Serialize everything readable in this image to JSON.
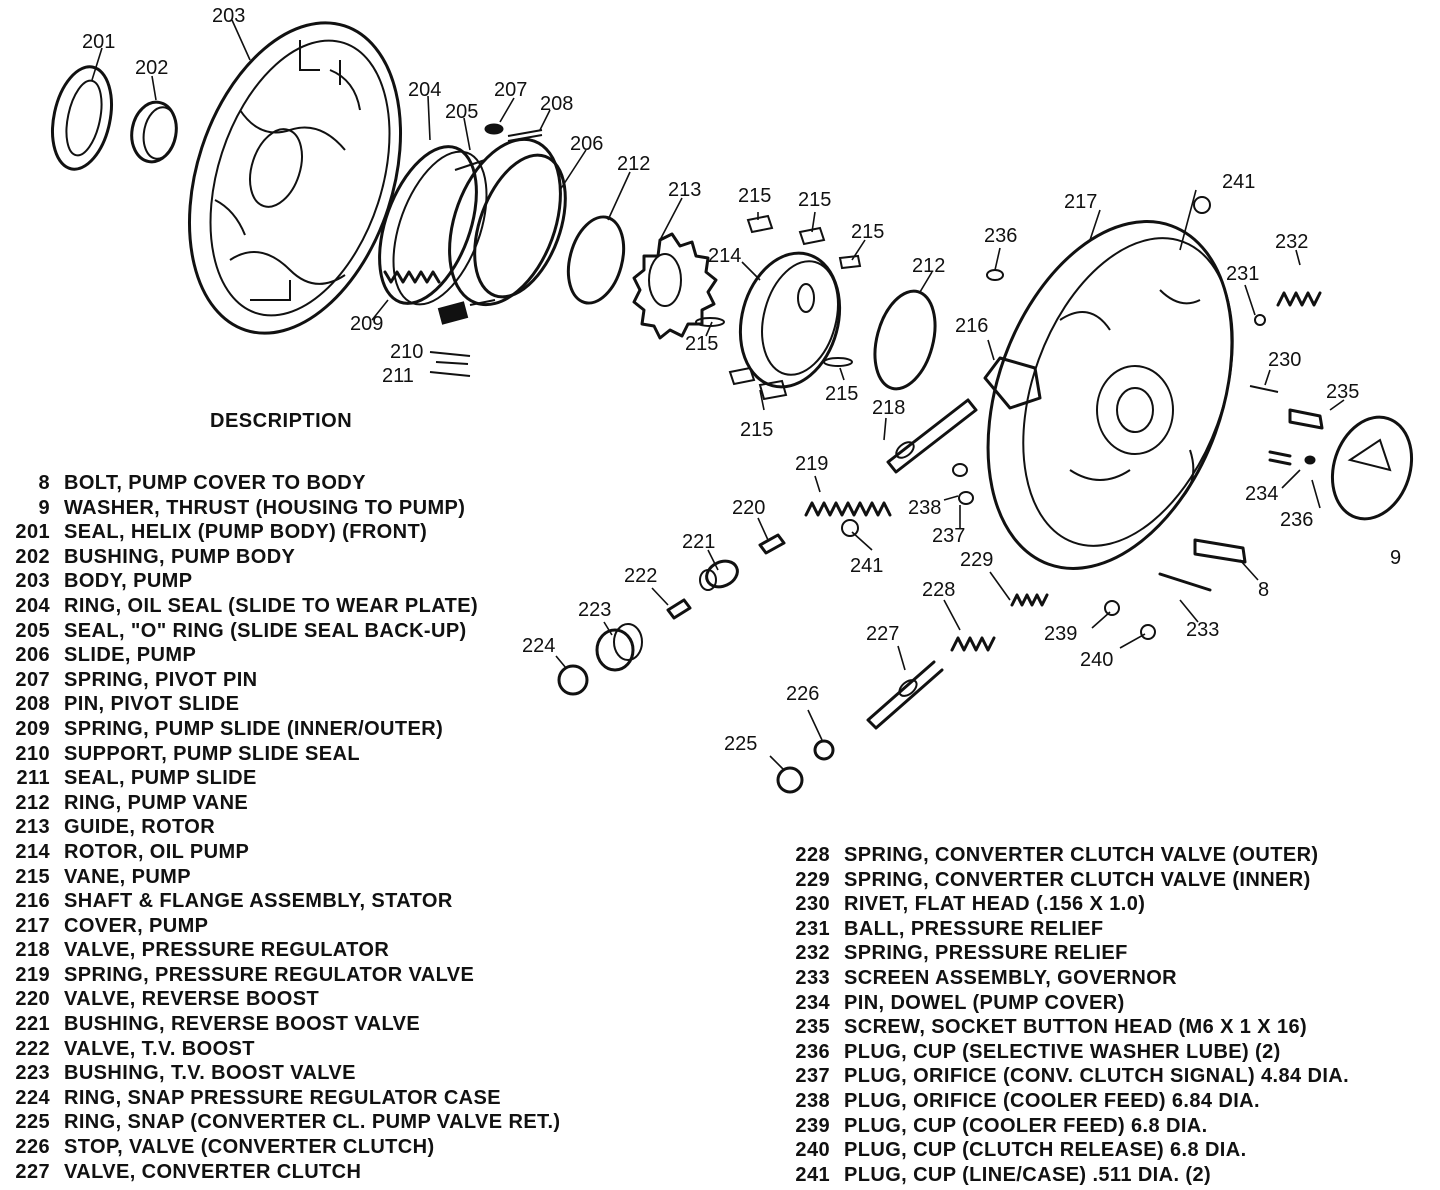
{
  "description_heading": "DESCRIPTION",
  "callouts": [
    {
      "id": "c201",
      "text": "201"
    },
    {
      "id": "c202",
      "text": "202"
    },
    {
      "id": "c203",
      "text": "203"
    },
    {
      "id": "c204",
      "text": "204"
    },
    {
      "id": "c205",
      "text": "205"
    },
    {
      "id": "c207",
      "text": "207"
    },
    {
      "id": "c208",
      "text": "208"
    },
    {
      "id": "c206",
      "text": "206"
    },
    {
      "id": "c212a",
      "text": "212"
    },
    {
      "id": "c213",
      "text": "213"
    },
    {
      "id": "c215a",
      "text": "215"
    },
    {
      "id": "c215b",
      "text": "215"
    },
    {
      "id": "c215c",
      "text": "215"
    },
    {
      "id": "c214",
      "text": "214"
    },
    {
      "id": "c241a",
      "text": "241"
    },
    {
      "id": "c217",
      "text": "217"
    },
    {
      "id": "c236a",
      "text": "236"
    },
    {
      "id": "c232",
      "text": "232"
    },
    {
      "id": "c212b",
      "text": "212"
    },
    {
      "id": "c231",
      "text": "231"
    },
    {
      "id": "c209",
      "text": "209"
    },
    {
      "id": "c215d",
      "text": "215"
    },
    {
      "id": "c216",
      "text": "216"
    },
    {
      "id": "c230",
      "text": "230"
    },
    {
      "id": "c210",
      "text": "210"
    },
    {
      "id": "c211",
      "text": "211"
    },
    {
      "id": "c215e",
      "text": "215"
    },
    {
      "id": "c235",
      "text": "235"
    },
    {
      "id": "c218",
      "text": "218"
    },
    {
      "id": "c215f",
      "text": "215"
    },
    {
      "id": "c219",
      "text": "219"
    },
    {
      "id": "c234",
      "text": "234"
    },
    {
      "id": "c220",
      "text": "220"
    },
    {
      "id": "c238",
      "text": "238"
    },
    {
      "id": "c236b",
      "text": "236"
    },
    {
      "id": "c9",
      "text": "9"
    },
    {
      "id": "c221",
      "text": "221"
    },
    {
      "id": "c241b",
      "text": "241"
    },
    {
      "id": "c237",
      "text": "237"
    },
    {
      "id": "c229",
      "text": "229"
    },
    {
      "id": "c8",
      "text": "8"
    },
    {
      "id": "c222",
      "text": "222"
    },
    {
      "id": "c228",
      "text": "228"
    },
    {
      "id": "c223",
      "text": "223"
    },
    {
      "id": "c233",
      "text": "233"
    },
    {
      "id": "c227",
      "text": "227"
    },
    {
      "id": "c239",
      "text": "239"
    },
    {
      "id": "c224",
      "text": "224"
    },
    {
      "id": "c240",
      "text": "240"
    },
    {
      "id": "c226",
      "text": "226"
    },
    {
      "id": "c225",
      "text": "225"
    }
  ],
  "legend_left": [
    {
      "num": "8",
      "desc": "BOLT, PUMP COVER TO BODY"
    },
    {
      "num": "9",
      "desc": "WASHER, THRUST (HOUSING TO PUMP)"
    },
    {
      "num": "201",
      "desc": "SEAL, HELIX (PUMP BODY) (FRONT)"
    },
    {
      "num": "202",
      "desc": "BUSHING, PUMP BODY"
    },
    {
      "num": "203",
      "desc": "BODY, PUMP"
    },
    {
      "num": "204",
      "desc": "RING, OIL SEAL (SLIDE TO WEAR PLATE)"
    },
    {
      "num": "205",
      "desc": "SEAL, \"O\" RING (SLIDE SEAL BACK-UP)"
    },
    {
      "num": "206",
      "desc": "SLIDE, PUMP"
    },
    {
      "num": "207",
      "desc": "SPRING, PIVOT PIN"
    },
    {
      "num": "208",
      "desc": "PIN, PIVOT SLIDE"
    },
    {
      "num": "209",
      "desc": "SPRING, PUMP SLIDE (INNER/OUTER)"
    },
    {
      "num": "210",
      "desc": "SUPPORT, PUMP SLIDE SEAL"
    },
    {
      "num": "211",
      "desc": "SEAL, PUMP SLIDE"
    },
    {
      "num": "212",
      "desc": "RING, PUMP VANE"
    },
    {
      "num": "213",
      "desc": "GUIDE, ROTOR"
    },
    {
      "num": "214",
      "desc": "ROTOR, OIL PUMP"
    },
    {
      "num": "215",
      "desc": "VANE, PUMP"
    },
    {
      "num": "216",
      "desc": "SHAFT & FLANGE ASSEMBLY, STATOR"
    },
    {
      "num": "217",
      "desc": "COVER, PUMP"
    },
    {
      "num": "218",
      "desc": "VALVE, PRESSURE REGULATOR"
    },
    {
      "num": "219",
      "desc": "SPRING, PRESSURE REGULATOR VALVE"
    },
    {
      "num": "220",
      "desc": "VALVE, REVERSE BOOST"
    },
    {
      "num": "221",
      "desc": "BUSHING, REVERSE BOOST VALVE"
    },
    {
      "num": "222",
      "desc": "VALVE, T.V. BOOST"
    },
    {
      "num": "223",
      "desc": "BUSHING, T.V. BOOST VALVE"
    },
    {
      "num": "224",
      "desc": "RING, SNAP PRESSURE REGULATOR CASE"
    },
    {
      "num": "225",
      "desc": "RING, SNAP (CONVERTER CL. PUMP VALVE RET.)"
    },
    {
      "num": "226",
      "desc": "STOP, VALVE (CONVERTER CLUTCH)"
    },
    {
      "num": "227",
      "desc": "VALVE, CONVERTER CLUTCH"
    }
  ],
  "legend_right": [
    {
      "num": "228",
      "desc": "SPRING, CONVERTER CLUTCH VALVE (OUTER)"
    },
    {
      "num": "229",
      "desc": "SPRING, CONVERTER CLUTCH VALVE (INNER)"
    },
    {
      "num": "230",
      "desc": "RIVET, FLAT HEAD (.156 X 1.0)"
    },
    {
      "num": "231",
      "desc": "BALL, PRESSURE RELIEF"
    },
    {
      "num": "232",
      "desc": "SPRING, PRESSURE RELIEF"
    },
    {
      "num": "233",
      "desc": "SCREEN ASSEMBLY, GOVERNOR"
    },
    {
      "num": "234",
      "desc": "PIN, DOWEL (PUMP COVER)"
    },
    {
      "num": "235",
      "desc": "SCREW, SOCKET BUTTON HEAD (M6 X 1 X 16)"
    },
    {
      "num": "236",
      "desc": "PLUG, CUP (SELECTIVE WASHER LUBE) (2)"
    },
    {
      "num": "237",
      "desc": "PLUG, ORIFICE (CONV. CLUTCH SIGNAL) 4.84 DIA."
    },
    {
      "num": "238",
      "desc": "PLUG, ORIFICE (COOLER FEED) 6.84 DIA."
    },
    {
      "num": "239",
      "desc": "PLUG, CUP (COOLER FEED) 6.8 DIA."
    },
    {
      "num": "240",
      "desc": "PLUG, CUP (CLUTCH RELEASE) 6.8 DIA."
    },
    {
      "num": "241",
      "desc": "PLUG, CUP (LINE/CASE) .511 DIA. (2)"
    }
  ]
}
